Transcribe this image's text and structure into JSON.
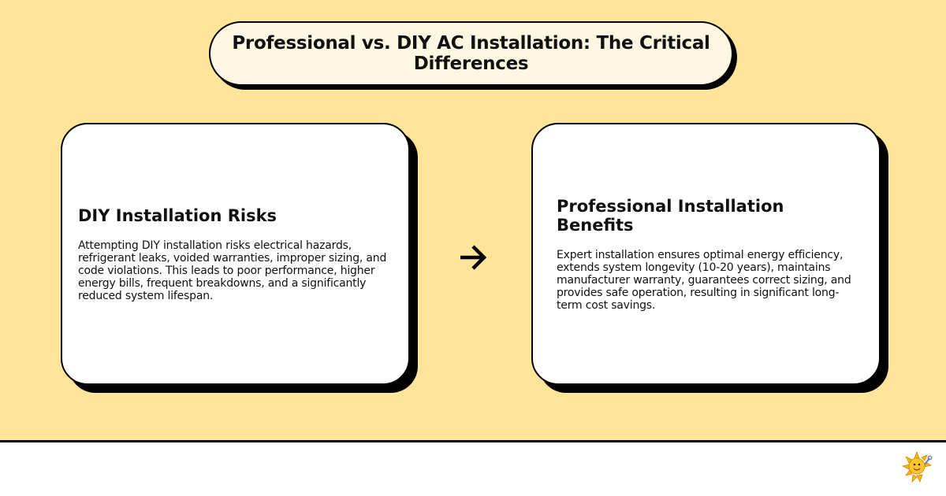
{
  "title": "Professional vs. DIY AC Installation: The Critical Differences",
  "colors": {
    "background": "#fee599",
    "title_fill": "#fef8e2",
    "card_fill": "#ffffff",
    "outline": "#000000"
  },
  "cards": [
    {
      "heading": "DIY Installation Risks",
      "body": "Attempting DIY installation risks electrical hazards, refrigerant leaks, voided warranties, improper sizing, and code violations. This leads to poor performance, higher energy bills, frequent breakdowns, and a significantly reduced system lifespan."
    },
    {
      "heading": "Professional Installation Benefits",
      "body": "Expert installation ensures optimal energy efficiency, extends system longevity (10-20 years), maintains manufacturer warranty, guarantees correct sizing, and provides safe operation, resulting in significant long-term cost savings."
    }
  ],
  "connector": {
    "icon": "arrow-right-icon"
  },
  "footer": {
    "logo": "sun-mascot-icon"
  }
}
